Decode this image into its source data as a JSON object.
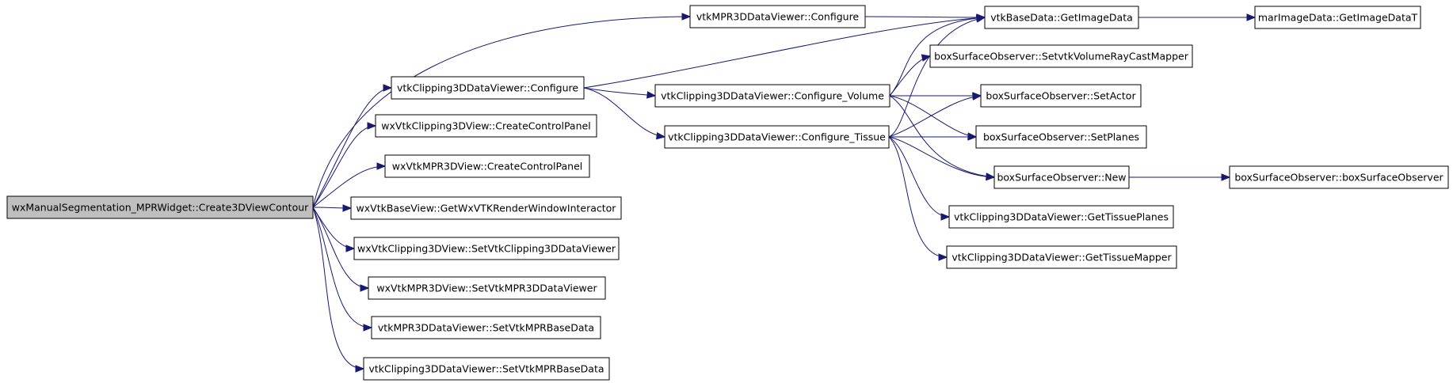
{
  "graph": {
    "nodes": [
      {
        "id": "n0",
        "label": "wxManualSegmentation_MPRWidget::Create3DViewContour",
        "root": true
      },
      {
        "id": "n1",
        "label": "vtkMPR3DDataViewer::Configure"
      },
      {
        "id": "n2",
        "label": "vtkClipping3DDataViewer::Configure"
      },
      {
        "id": "n3",
        "label": "wxVtkClipping3DView::CreateControlPanel"
      },
      {
        "id": "n4",
        "label": "wxVtkMPR3DView::CreateControlPanel"
      },
      {
        "id": "n5",
        "label": "wxVtkBaseView::GetWxVTKRenderWindowInteractor"
      },
      {
        "id": "n6",
        "label": "wxVtkClipping3DView::SetVtkClipping3DDataViewer"
      },
      {
        "id": "n7",
        "label": "wxVtkMPR3DView::SetVtkMPR3DDataViewer"
      },
      {
        "id": "n8",
        "label": "vtkMPR3DDataViewer::SetVtkMPRBaseData"
      },
      {
        "id": "n9",
        "label": "vtkClipping3DDataViewer::SetVtkMPRBaseData"
      },
      {
        "id": "n10",
        "label": "vtkBaseData::GetImageData"
      },
      {
        "id": "n11",
        "label": "vtkClipping3DDataViewer::Configure_Volume"
      },
      {
        "id": "n12",
        "label": "vtkClipping3DDataViewer::Configure_Tissue"
      },
      {
        "id": "n13",
        "label": "marImageData::GetImageDataT"
      },
      {
        "id": "n14",
        "label": "boxSurfaceObserver::SetvtkVolumeRayCastMapper"
      },
      {
        "id": "n15",
        "label": "boxSurfaceObserver::SetActor"
      },
      {
        "id": "n16",
        "label": "boxSurfaceObserver::SetPlanes"
      },
      {
        "id": "n17",
        "label": "boxSurfaceObserver::New"
      },
      {
        "id": "n18",
        "label": "boxSurfaceObserver::boxSurfaceObserver"
      },
      {
        "id": "n19",
        "label": "vtkClipping3DDataViewer::GetTissuePlanes"
      },
      {
        "id": "n20",
        "label": "vtkClipping3DDataViewer::GetTissueMapper"
      }
    ],
    "edges": [
      {
        "from": "n0",
        "to": "n1"
      },
      {
        "from": "n0",
        "to": "n2"
      },
      {
        "from": "n0",
        "to": "n3"
      },
      {
        "from": "n0",
        "to": "n4"
      },
      {
        "from": "n0",
        "to": "n5"
      },
      {
        "from": "n0",
        "to": "n6"
      },
      {
        "from": "n0",
        "to": "n7"
      },
      {
        "from": "n0",
        "to": "n8"
      },
      {
        "from": "n0",
        "to": "n9"
      },
      {
        "from": "n1",
        "to": "n10"
      },
      {
        "from": "n2",
        "to": "n10"
      },
      {
        "from": "n2",
        "to": "n11"
      },
      {
        "from": "n2",
        "to": "n12"
      },
      {
        "from": "n10",
        "to": "n13"
      },
      {
        "from": "n11",
        "to": "n10"
      },
      {
        "from": "n11",
        "to": "n14"
      },
      {
        "from": "n11",
        "to": "n15"
      },
      {
        "from": "n11",
        "to": "n16"
      },
      {
        "from": "n11",
        "to": "n17"
      },
      {
        "from": "n12",
        "to": "n10"
      },
      {
        "from": "n12",
        "to": "n15"
      },
      {
        "from": "n12",
        "to": "n16"
      },
      {
        "from": "n12",
        "to": "n17"
      },
      {
        "from": "n12",
        "to": "n19"
      },
      {
        "from": "n12",
        "to": "n20"
      },
      {
        "from": "n17",
        "to": "n18"
      }
    ]
  }
}
